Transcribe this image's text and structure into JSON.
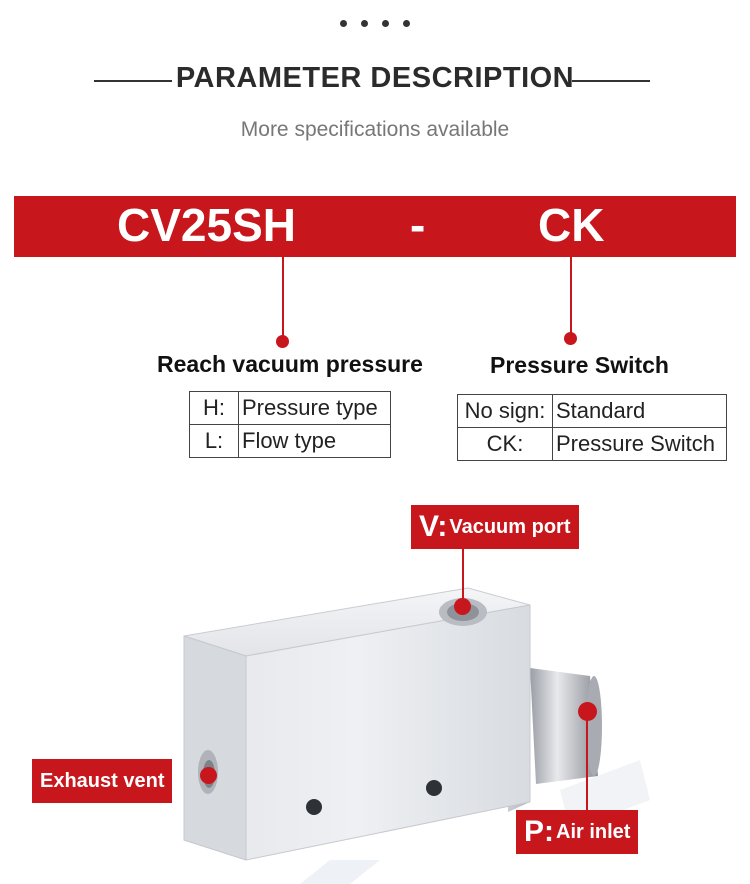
{
  "header": {
    "title": "PARAMETER DESCRIPTION",
    "subtitle": "More specifications available"
  },
  "model": {
    "part1": "CV25SH",
    "separator": "-",
    "part2": "CK"
  },
  "reach_vacuum": {
    "heading": "Reach vacuum pressure",
    "rows": [
      {
        "key": "H:",
        "value": "Pressure type"
      },
      {
        "key": "L:",
        "value": "Flow type"
      }
    ]
  },
  "pressure_switch": {
    "heading": "Pressure Switch",
    "rows": [
      {
        "key": "No sign:",
        "value": "Standard"
      },
      {
        "key": "CK:",
        "value": "Pressure Switch"
      }
    ]
  },
  "photo_labels": {
    "vacuum_port_letter": "V:",
    "vacuum_port_text": "Vacuum port",
    "exhaust_vent": "Exhaust vent",
    "air_inlet_letter": "P:",
    "air_inlet_text": "Air inlet"
  },
  "colors": {
    "accent_red": "#c8161d",
    "text_dark": "#2b2b2b",
    "text_grey": "#777777"
  }
}
